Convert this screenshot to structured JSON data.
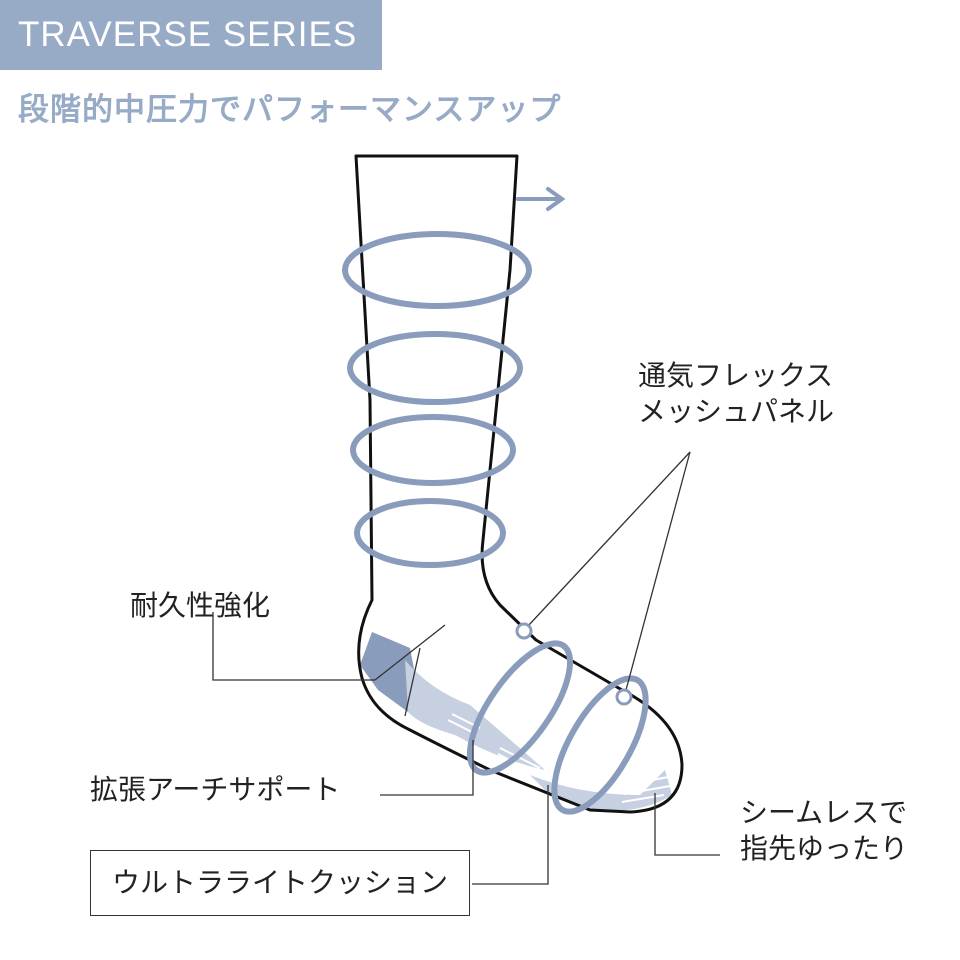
{
  "header": {
    "series_name": "TRAVERSE SERIES",
    "tagline": "段階的中圧力でパフォーマンスアップ"
  },
  "callouts": {
    "ventilation_line1": "通気フレックス",
    "ventilation_line2": "メッシュパネル",
    "durability": "耐久性強化",
    "arch_support": "拡張アーチサポート",
    "cushion": "ウルトラライトクッション",
    "seamless_line1": "シームレスで",
    "seamless_line2": "指先ゆったり"
  },
  "colors": {
    "accent": "#97aac6",
    "outline": "#111111",
    "text": "#222222"
  }
}
